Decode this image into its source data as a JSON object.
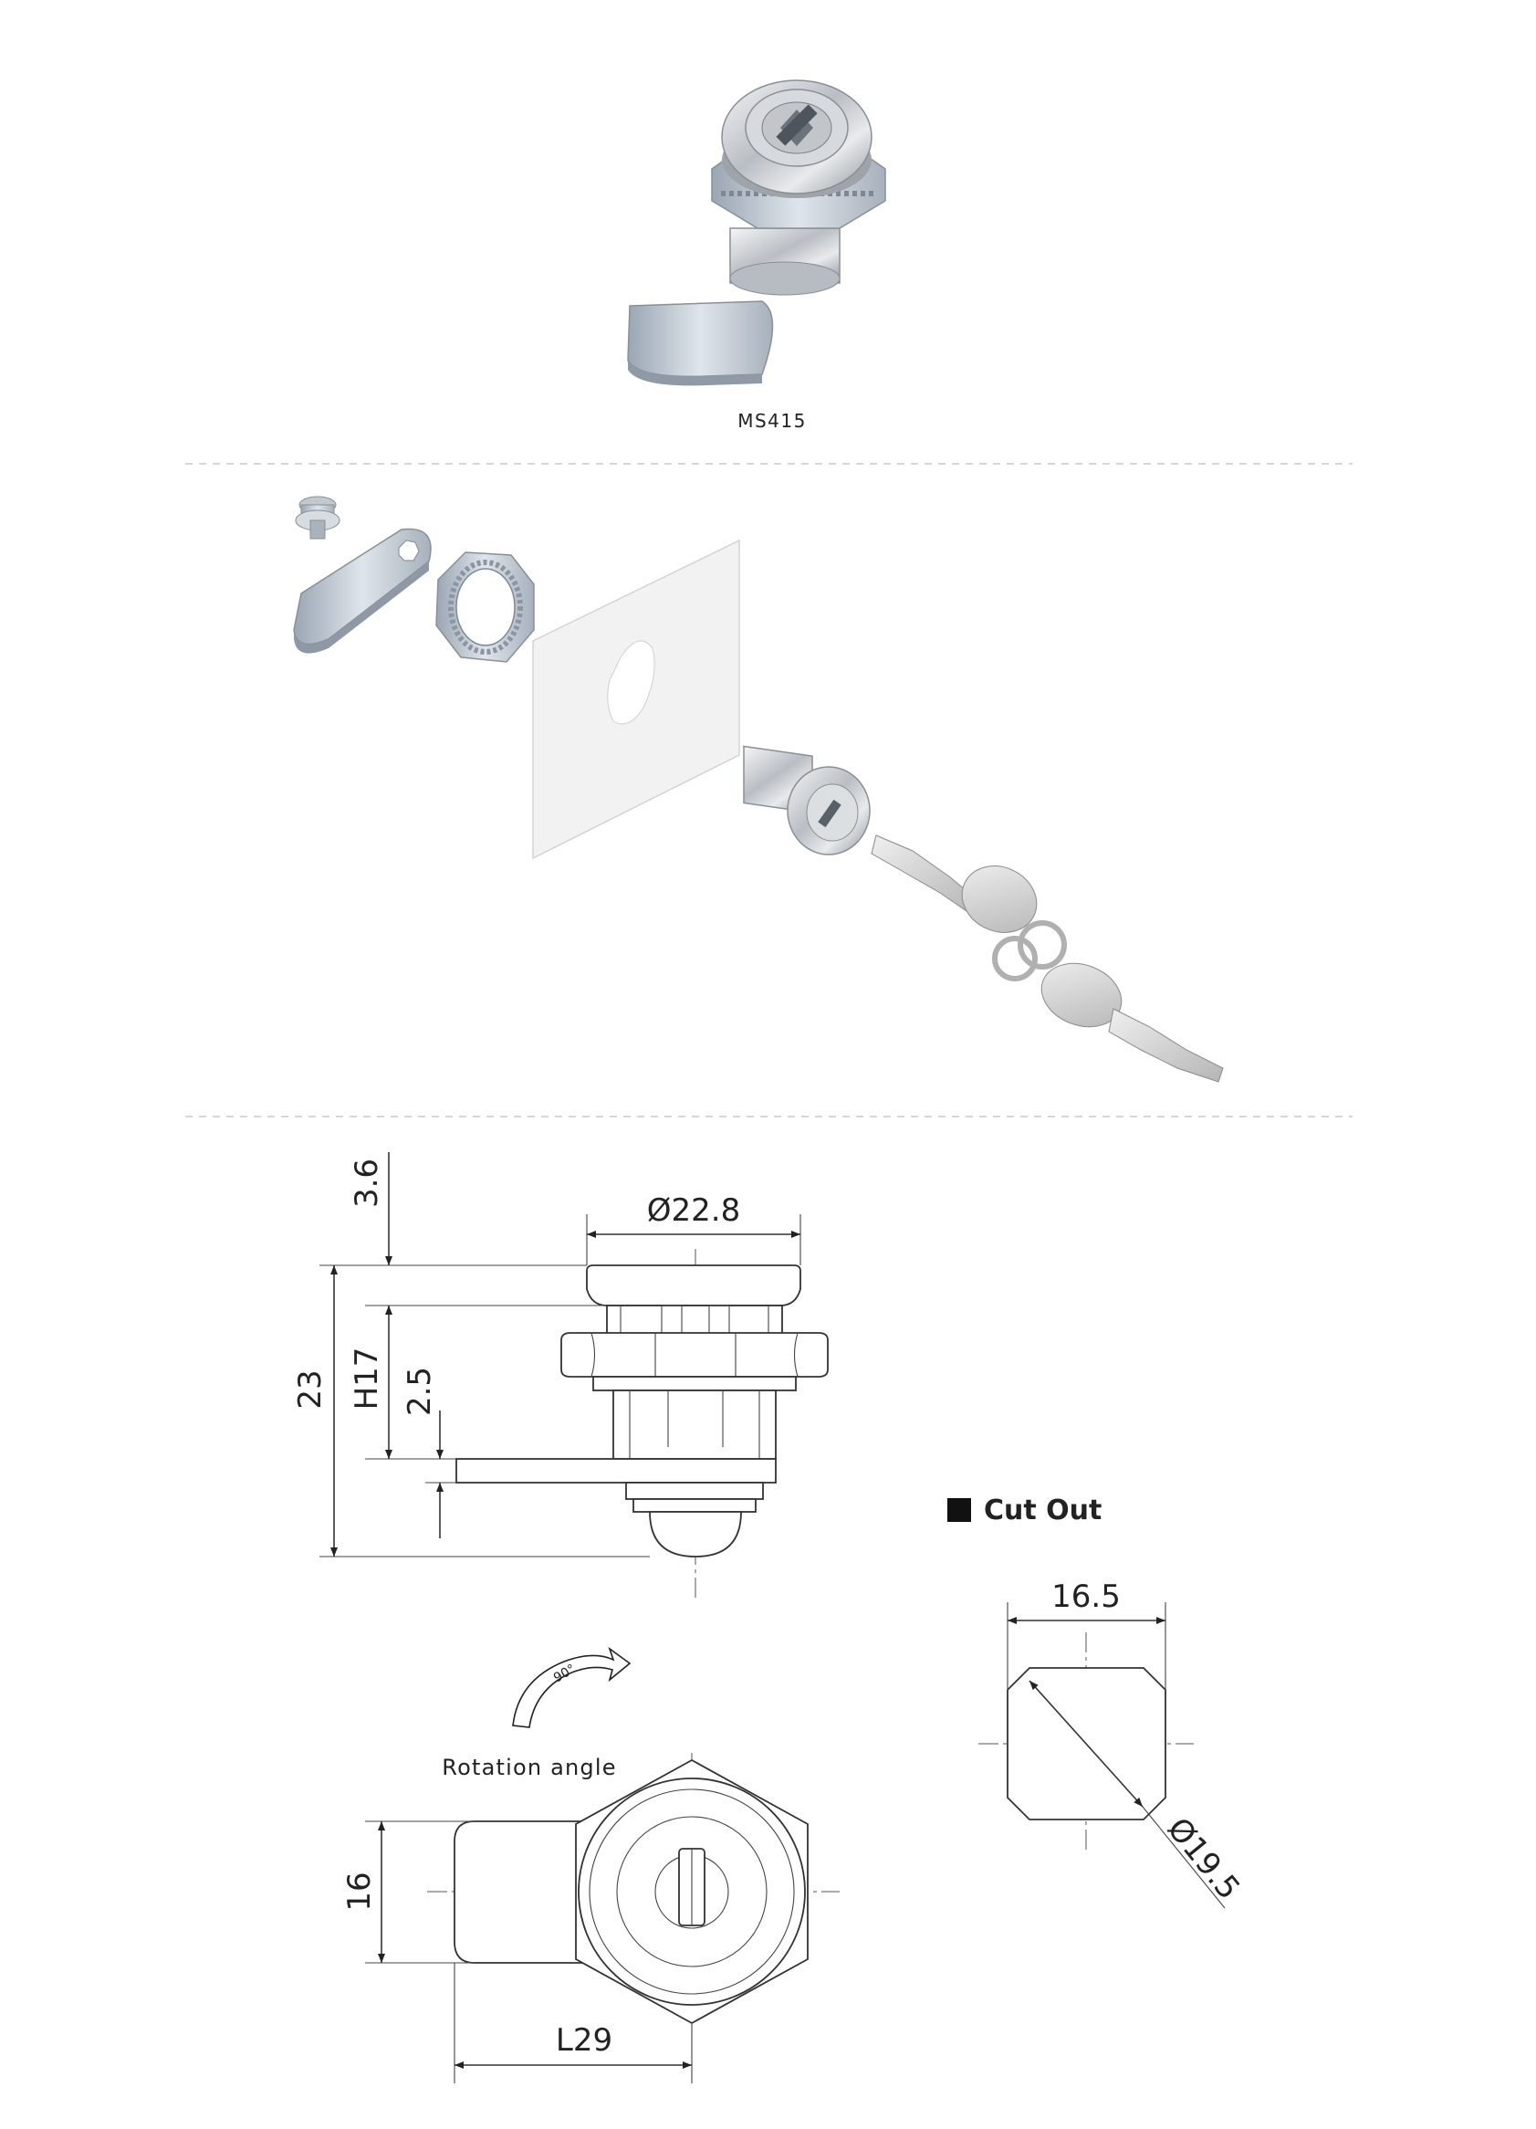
{
  "product": {
    "model": "MS415"
  },
  "cutout": {
    "title": "Cut Out",
    "width": "16.5",
    "diameter": "Ø19.5"
  },
  "front_view": {
    "flange_diameter": "Ø22.8",
    "flange_height": "3.6",
    "overall_height": "23",
    "max_panel_height": "H17",
    "cam_thickness": "2.5"
  },
  "top_view": {
    "rotation_label": "Rotation angle",
    "rotation_value": "90°",
    "cam_width": "16",
    "cam_length": "L29"
  }
}
